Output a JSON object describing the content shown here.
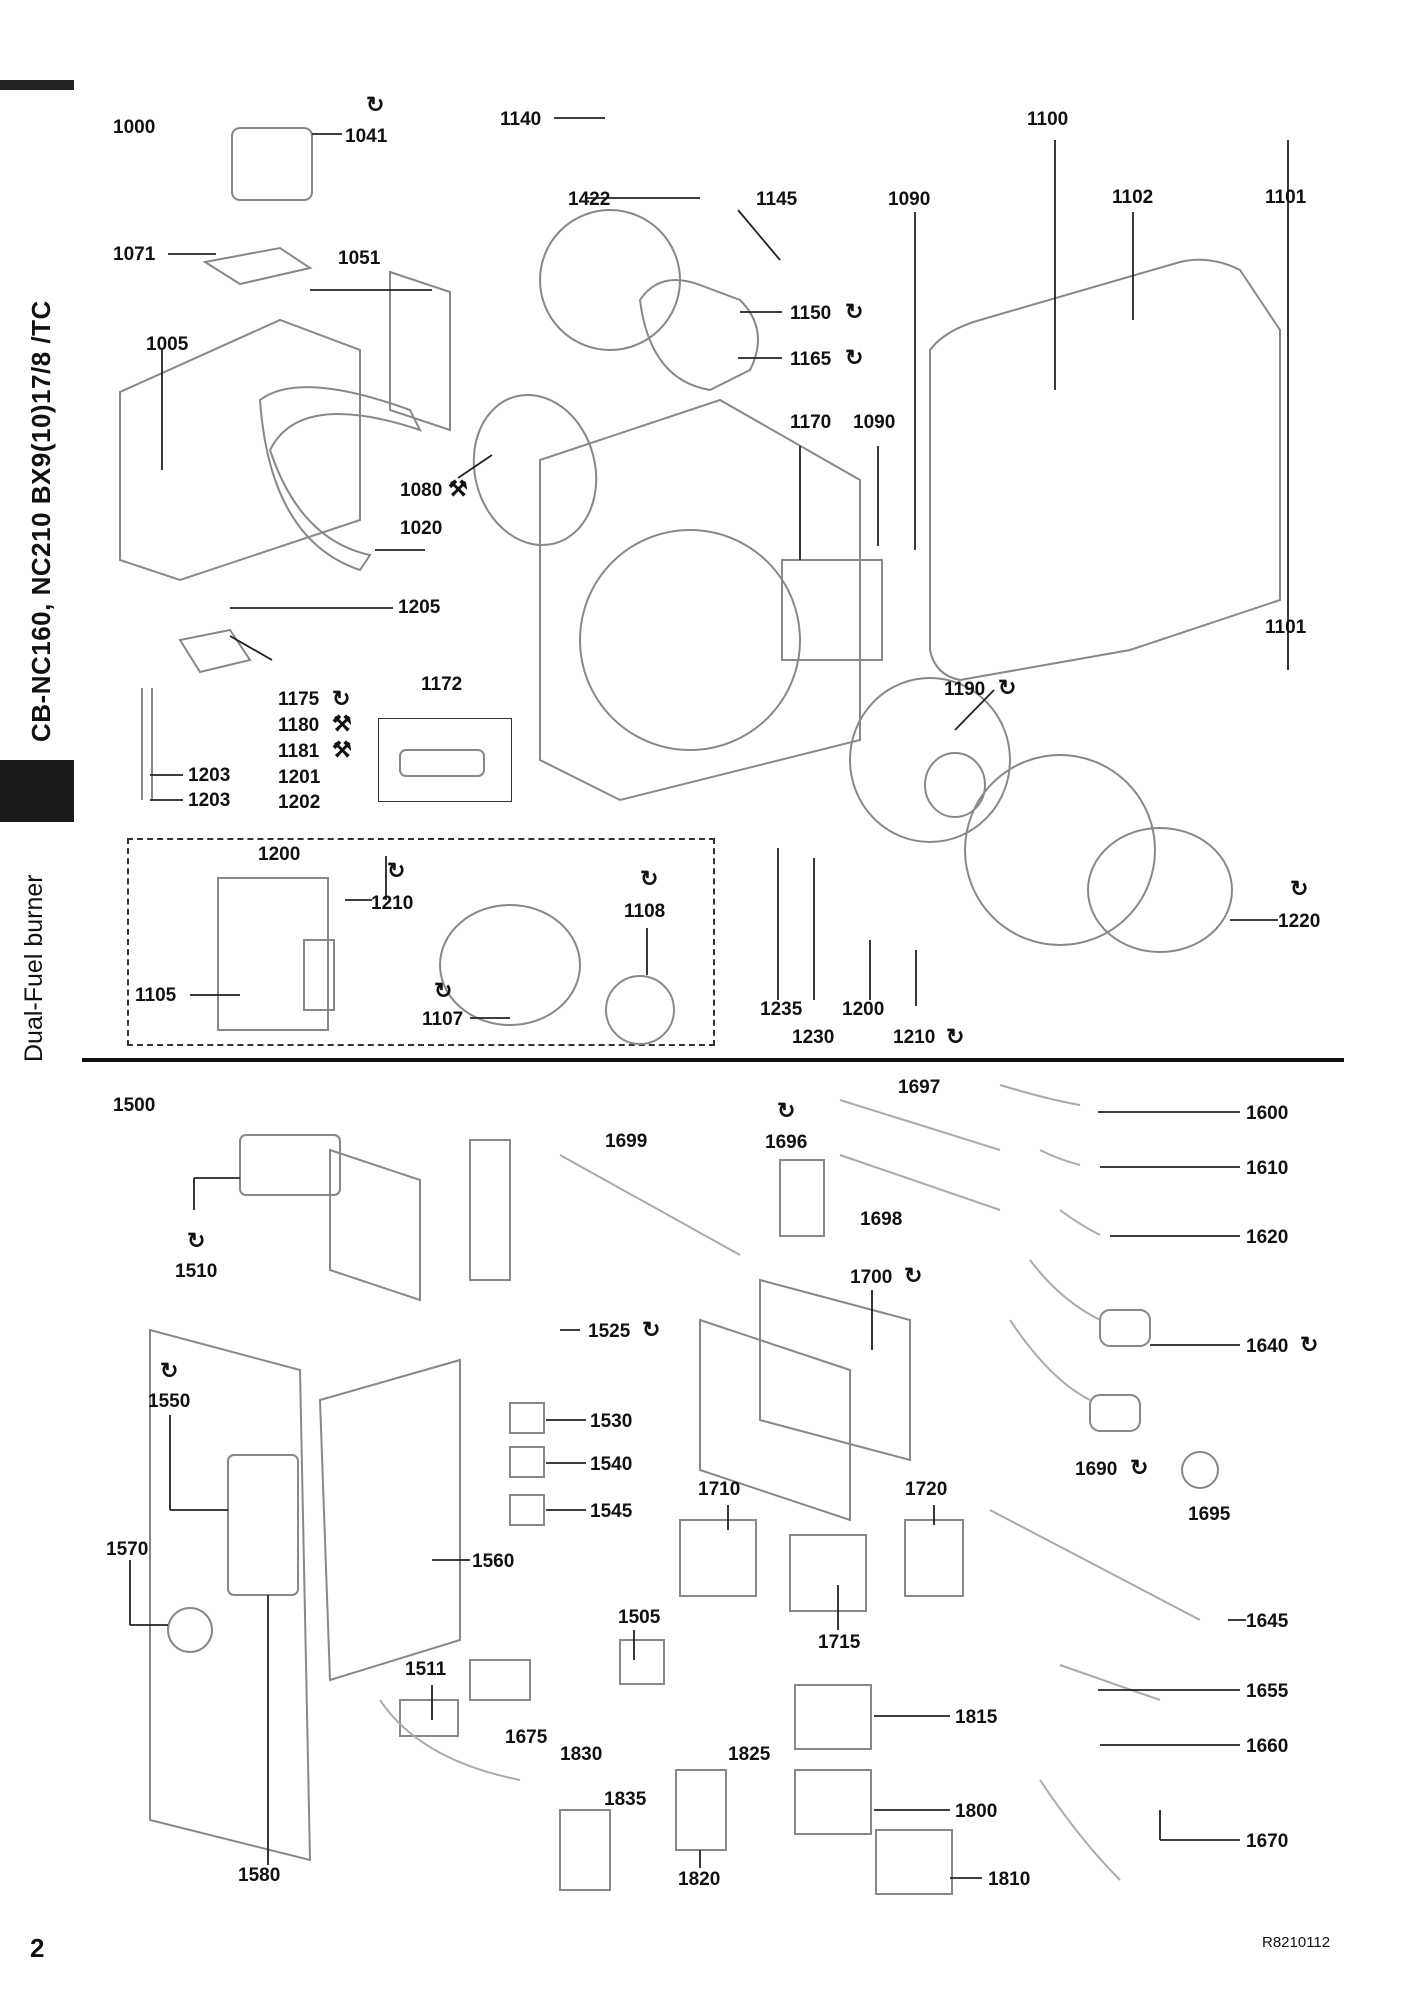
{
  "header": {
    "model_title": "CB-NC160, NC210 BX9(10)17/8 /TC",
    "product_type": "Dual-Fuel burner"
  },
  "footer": {
    "page_number": "2",
    "reference_code": "R8210112"
  },
  "symbols": {
    "replace": "↻",
    "wrench": "⚒"
  },
  "upper_section": {
    "group_label": "1000",
    "part_numbers": [
      "1041",
      "1071",
      "1051",
      "1005",
      "1080",
      "1020",
      "1205",
      "1175",
      "1180",
      "1181",
      "1201",
      "1202",
      "1203",
      "1203",
      "1172",
      "1140",
      "1422",
      "1145",
      "1150",
      "1165",
      "1170",
      "1090",
      "1090",
      "1100",
      "1102",
      "1101",
      "1101",
      "1190",
      "1200",
      "1210",
      "1108",
      "1105",
      "1107",
      "1235",
      "1230",
      "1200",
      "1210",
      "1220"
    ]
  },
  "lower_section": {
    "group_label": "1500",
    "part_numbers": [
      "1510",
      "1699",
      "1696",
      "1697",
      "1698",
      "1600",
      "1610",
      "1620",
      "1700",
      "1525",
      "1640",
      "1550",
      "1530",
      "1540",
      "1545",
      "1690",
      "1695",
      "1570",
      "1560",
      "1710",
      "1720",
      "1715",
      "1645",
      "1505",
      "1511",
      "1675",
      "1830",
      "1825",
      "1835",
      "1820",
      "1815",
      "1800",
      "1810",
      "1655",
      "1660",
      "1670",
      "1580"
    ]
  }
}
